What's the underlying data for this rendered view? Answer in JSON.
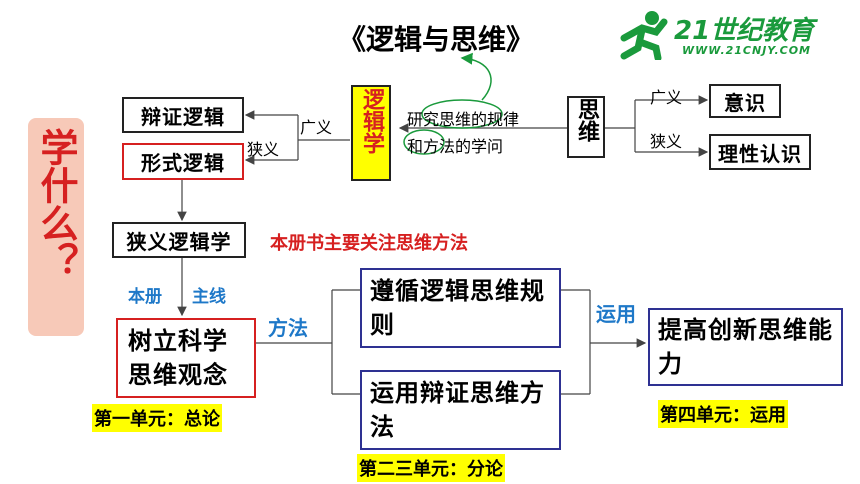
{
  "title": "《逻辑与思维》",
  "logo": {
    "main": "21世纪教育",
    "sub": "WWW.21CNJY.COM",
    "icon": "runner-icon",
    "color": "#1a9a3c"
  },
  "question": "学什么？",
  "left_boxes": {
    "dialectical": "辩证逻辑",
    "formal": "形式逻辑"
  },
  "center_box": "逻辑学",
  "definition": {
    "line1": "研究思维的规律",
    "line2": "和方法的学问"
  },
  "thinking_box": "思维",
  "right_boxes": {
    "consciousness": "意识",
    "rational": "理性认识"
  },
  "labels": {
    "broad_left": "广义",
    "narrow_left": "狭义",
    "broad_right": "广义",
    "narrow_right": "狭义",
    "book": "本册",
    "mainline": "主线",
    "method": "方法",
    "apply": "运用"
  },
  "narrow_logic": "狭义逻辑学",
  "focus_note": "本册书主要关注思维方法",
  "main_box": "树立科学思维观念",
  "method_boxes": {
    "follow_rules": "遵循逻辑思维规则",
    "dialectical_method": "运用辩证思维方法"
  },
  "goal_box": "提高创新思维能力",
  "unit_tags": {
    "unit1": "第一单元：总论",
    "unit23": "第二三单元：分论",
    "unit4": "第四单元：运用"
  },
  "colors": {
    "red": "#d62020",
    "blue": "#1e78c8",
    "navy": "#2e3192",
    "yellow": "#ffff00",
    "pink": "#f7c9b8",
    "green": "#1a9a3c"
  }
}
